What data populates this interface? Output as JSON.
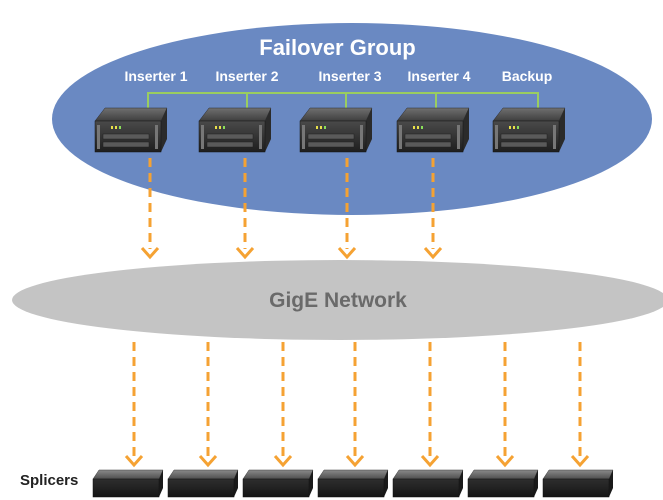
{
  "failover_group": {
    "title": "Failover Group",
    "servers": [
      {
        "label": "Inserter 1"
      },
      {
        "label": "Inserter 2"
      },
      {
        "label": "Inserter 3"
      },
      {
        "label": "Inserter 4"
      },
      {
        "label": "Backup"
      }
    ]
  },
  "network": {
    "title": "GigE Network"
  },
  "splicers": {
    "label": "Splicers",
    "count": 7
  },
  "colors": {
    "group_fill": "#6a89c2",
    "network_fill": "#c4c4c4",
    "arrow": "#f5a233",
    "link_line": "#9acd60"
  }
}
